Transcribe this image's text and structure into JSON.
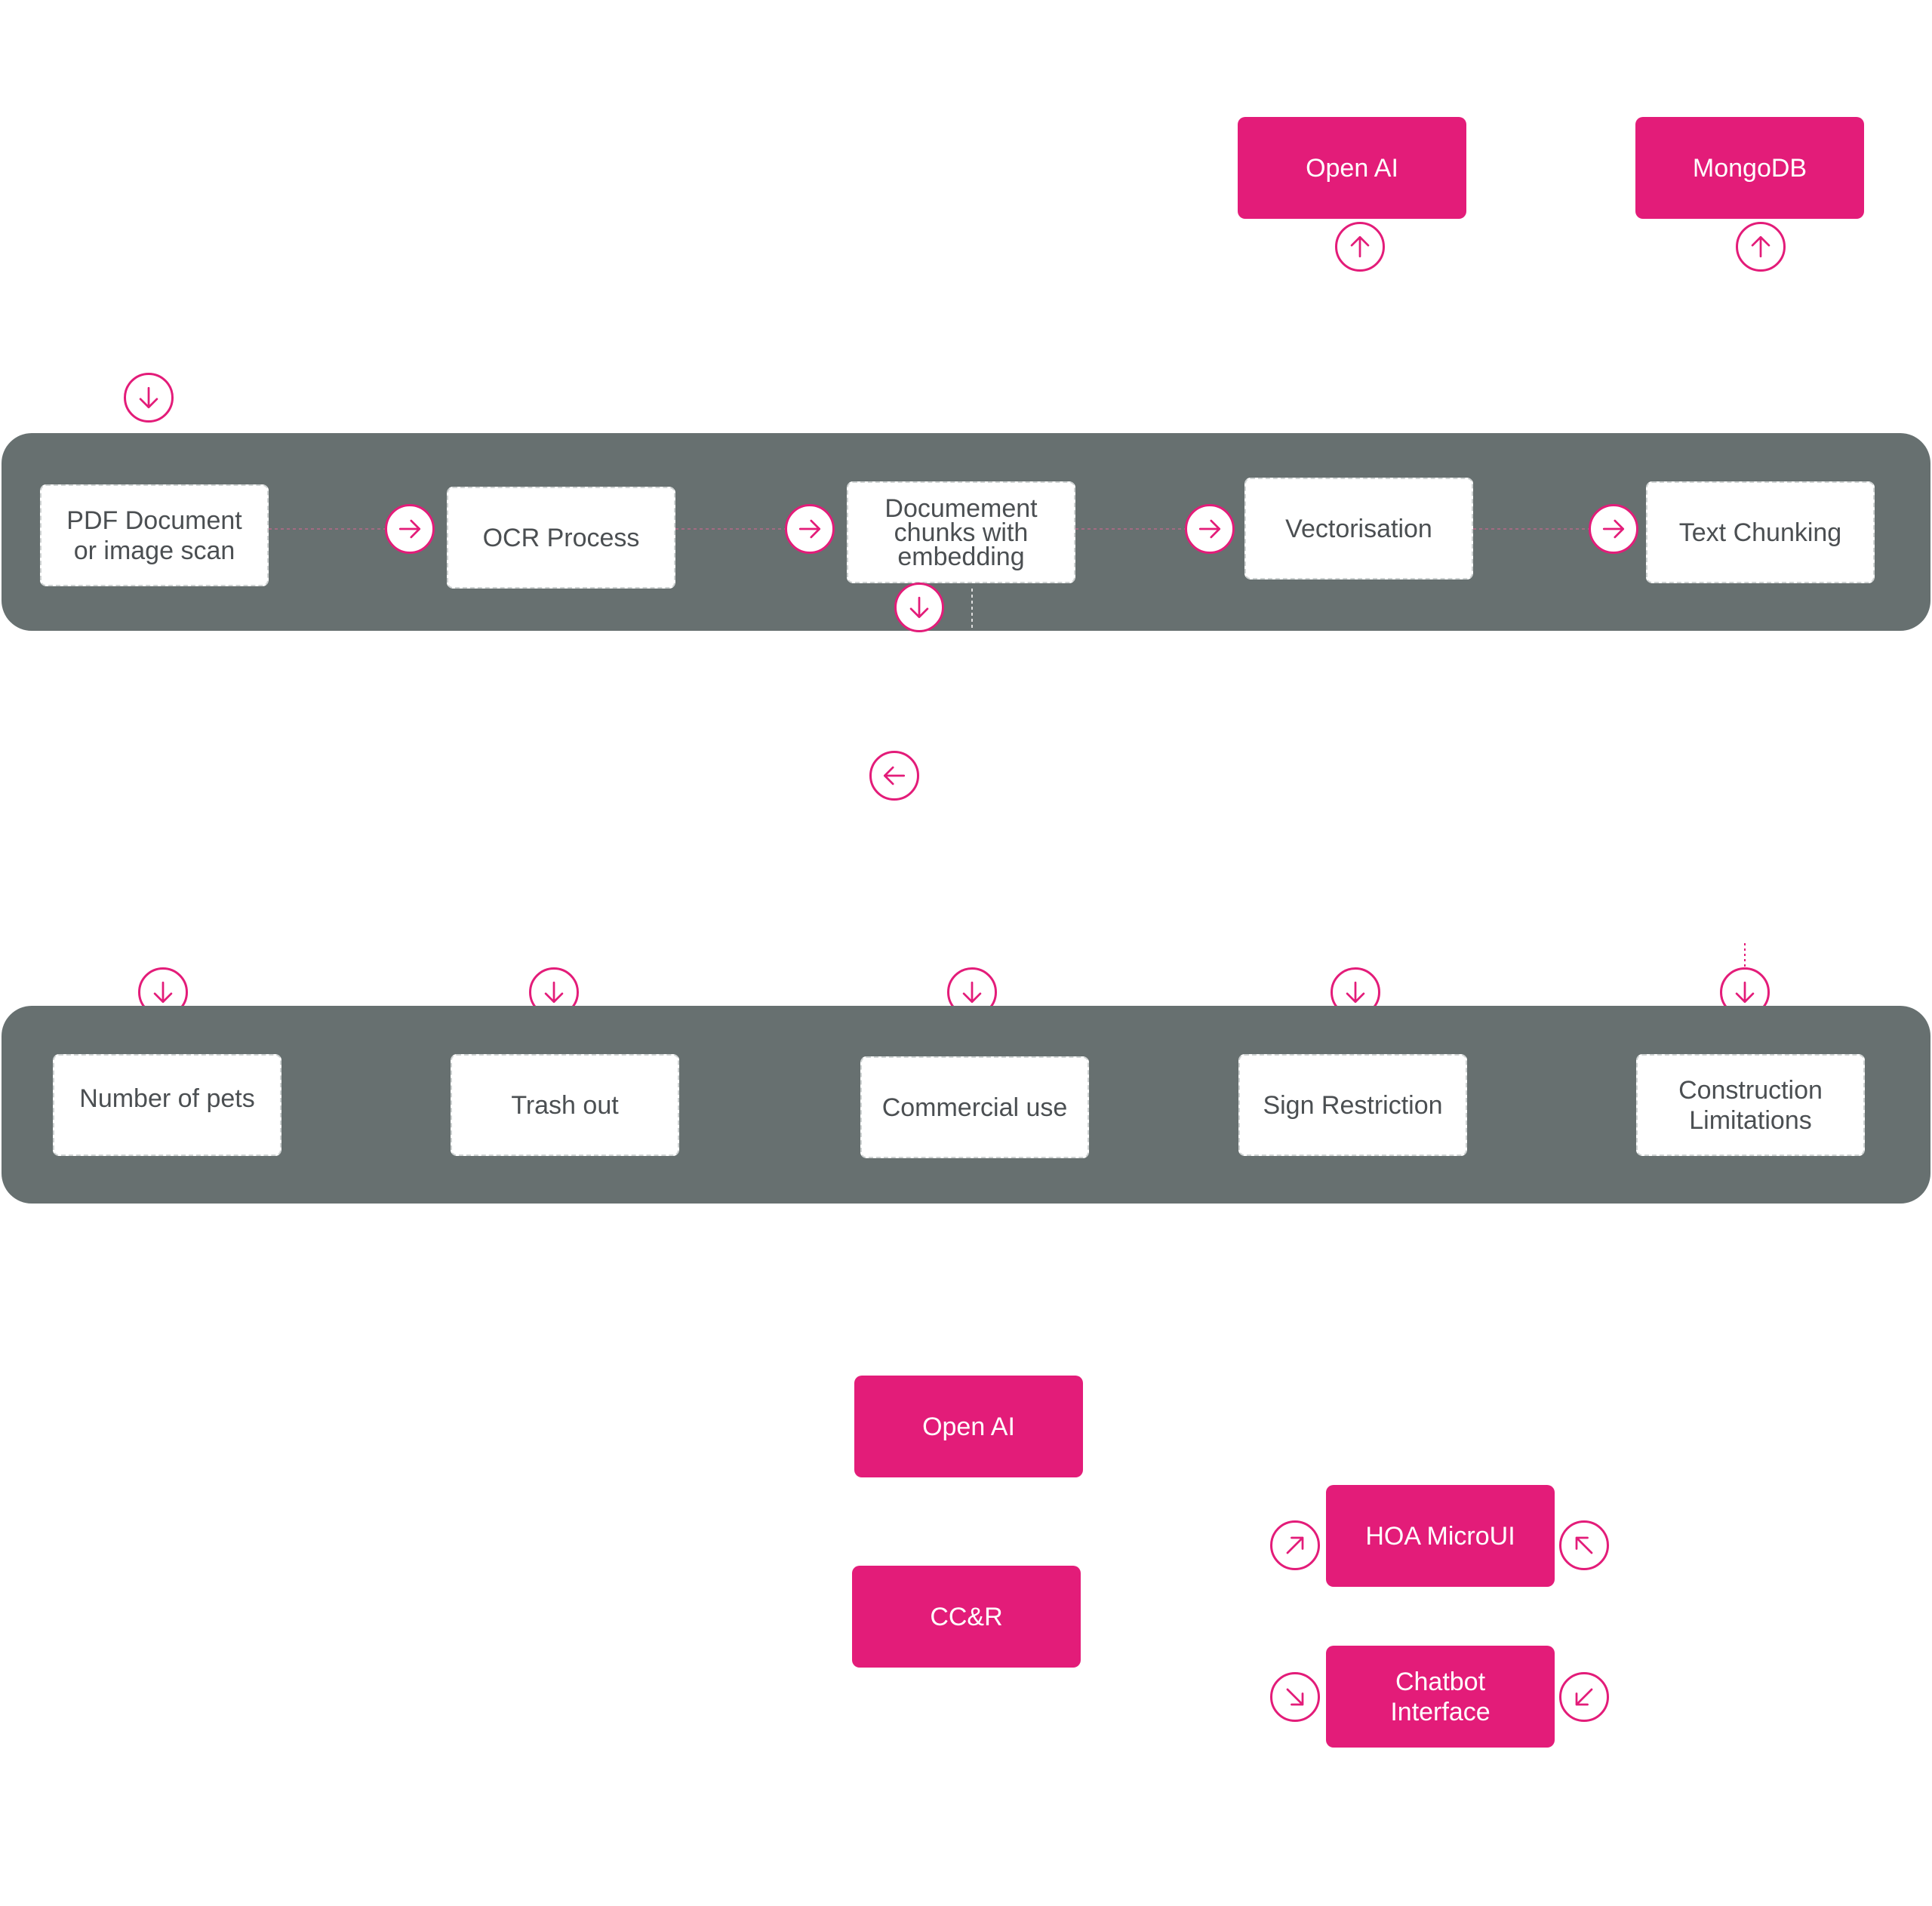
{
  "colors": {
    "accent": "#e31c79",
    "band": "#677070",
    "text": "#4b4f52"
  },
  "services": {
    "open_ai_top": "Open AI",
    "mongodb": "MongoDB"
  },
  "pipeline": {
    "steps": [
      "PDF Document\nor image scan",
      "OCR Process",
      "Documement\nchunks with\nembedding",
      "Vectorisation",
      "Text Chunking"
    ]
  },
  "categories": {
    "items": [
      "Number of pets",
      "Trash out",
      "Commercial use",
      "Sign Restriction",
      "Construction\nLimitations"
    ]
  },
  "bottom": {
    "open_ai": "Open AI",
    "ccr": "CC&R",
    "hoa": "HOA MicroUI",
    "chatbot": "Chatbot\nInterface"
  },
  "icons": {
    "up": "arrow-up-icon",
    "down": "arrow-down-icon",
    "right": "arrow-right-icon",
    "left": "arrow-left-icon",
    "up_right": "arrow-up-right-icon",
    "up_left": "arrow-up-left-icon",
    "down_right": "arrow-down-right-icon",
    "down_left": "arrow-down-left-icon"
  }
}
